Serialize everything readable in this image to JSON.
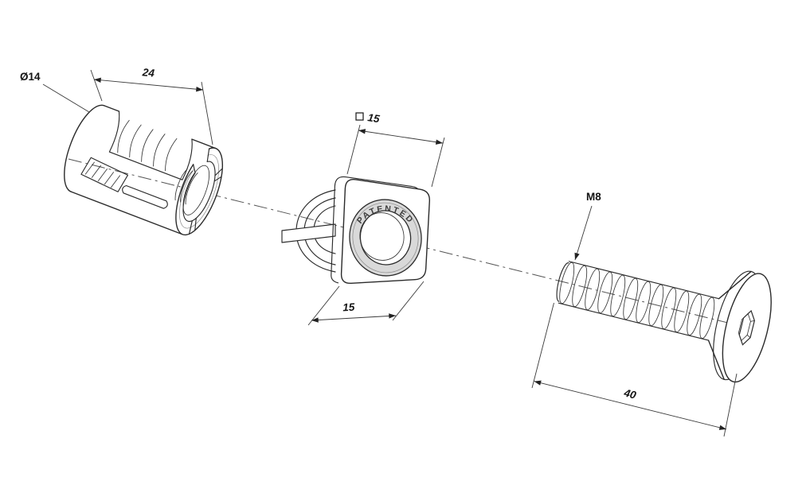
{
  "drawing": {
    "parts": {
      "sleeve": {
        "diameter_label": "Ø14",
        "length_label": "24"
      },
      "flange": {
        "square_size_label": "15",
        "width_label": "15",
        "engraving": "PATENTED"
      },
      "screw": {
        "thread_label": "M8",
        "length_label": "40"
      }
    },
    "colors": {
      "line": "#2b2b2b",
      "ring_fill": "#d9d9d9",
      "background": "#ffffff"
    }
  }
}
